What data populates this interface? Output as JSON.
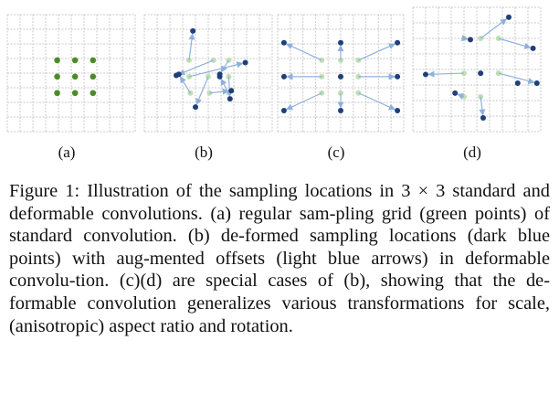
{
  "figure": {
    "panels": [
      {
        "label": "(a)",
        "grid": [
          [
            0.39,
            0.39
          ],
          [
            0.53,
            0.39
          ],
          [
            0.67,
            0.39
          ],
          [
            0.39,
            0.53
          ],
          [
            0.53,
            0.53
          ],
          [
            0.67,
            0.53
          ],
          [
            0.39,
            0.67
          ],
          [
            0.53,
            0.67
          ],
          [
            0.67,
            0.67
          ]
        ],
        "offsets": []
      },
      {
        "label": "(b)",
        "grid": [
          [
            0.35,
            0.39
          ],
          [
            0.54,
            0.39
          ],
          [
            0.66,
            0.39
          ],
          [
            0.35,
            0.53
          ],
          [
            0.5,
            0.53
          ],
          [
            0.66,
            0.53
          ],
          [
            0.36,
            0.67
          ],
          [
            0.51,
            0.67
          ],
          [
            0.66,
            0.67
          ]
        ],
        "offsets": [
          [
            0.38,
            0.14
          ],
          [
            0.25,
            0.52
          ],
          [
            0.59,
            0.51
          ],
          [
            0.79,
            0.41
          ],
          [
            0.4,
            0.79
          ],
          [
            0.67,
            0.72
          ],
          [
            0.27,
            0.51
          ],
          [
            0.68,
            0.65
          ],
          [
            0.59,
            0.53
          ]
        ]
      },
      {
        "label": "(c)",
        "grid": [
          [
            0.35,
            0.39
          ],
          [
            0.5,
            0.39
          ],
          [
            0.64,
            0.39
          ],
          [
            0.35,
            0.53
          ],
          [
            0.5,
            0.53
          ],
          [
            0.64,
            0.53
          ],
          [
            0.35,
            0.67
          ],
          [
            0.5,
            0.67
          ],
          [
            0.64,
            0.67
          ]
        ],
        "offsets": [
          [
            0.05,
            0.24
          ],
          [
            0.5,
            0.24
          ],
          [
            0.95,
            0.24
          ],
          [
            0.05,
            0.53
          ],
          [
            0.5,
            0.53
          ],
          [
            0.95,
            0.53
          ],
          [
            0.05,
            0.82
          ],
          [
            0.5,
            0.82
          ],
          [
            0.95,
            0.82
          ]
        ]
      },
      {
        "label": "(d)",
        "grid": [
          [
            0.4,
            0.25
          ],
          [
            0.53,
            0.25
          ],
          [
            0.67,
            0.25
          ],
          [
            0.4,
            0.53
          ],
          [
            0.53,
            0.53
          ],
          [
            0.67,
            0.53
          ],
          [
            0.4,
            0.72
          ],
          [
            0.53,
            0.72
          ],
          [
            0.82,
            0.61
          ]
        ],
        "offsets": [
          [
            0.45,
            0.26
          ],
          [
            0.75,
            0.08
          ],
          [
            0.94,
            0.33
          ],
          [
            0.1,
            0.54
          ],
          [
            0.53,
            0.53
          ],
          [
            0.97,
            0.61
          ],
          [
            0.33,
            0.69
          ],
          [
            0.55,
            0.89
          ],
          [
            0.82,
            0.61
          ]
        ]
      }
    ],
    "colors": {
      "grid_lines": "#c8c8c8",
      "regular_points": "#4e8a2a",
      "sampling_points_light": "#bfe0b4",
      "deformed_points": "#1f3f7a",
      "offset_arrows": "#8fb0dc"
    }
  },
  "caption": {
    "text": "Figure 1: Illustration of the sampling locations in 3 × 3 standard and deformable convolutions. (a) regular sam-pling grid (green points) of standard convolution. (b) de-formed sampling locations (dark blue points) with aug-mented offsets (light blue arrows) in deformable convolu-tion. (c)(d) are special cases of (b), showing that the de-formable convolution generalizes various transformations for scale, (anisotropic) aspect ratio and rotation."
  }
}
